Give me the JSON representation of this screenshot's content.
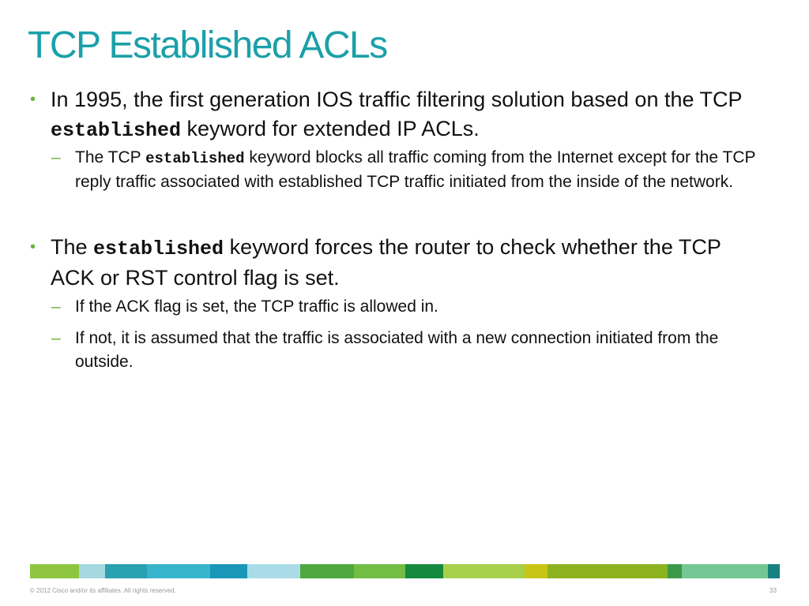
{
  "slide": {
    "title": "TCP Established ACLs"
  },
  "bullets": [
    {
      "pre": "In 1995, the first generation IOS traffic filtering solution based on the TCP ",
      "kw": "established",
      "post": " keyword for extended IP ACLs.",
      "subs": [
        {
          "pre": "The TCP ",
          "kw": "established",
          "post": " keyword blocks all traffic coming from the Internet except for the TCP reply traffic associated with established TCP traffic initiated from the inside of the network."
        }
      ]
    },
    {
      "pre": "The ",
      "kw": "established",
      "post": " keyword forces the router to check whether the TCP ACK or RST control flag is set.",
      "subs": [
        {
          "text": "If the ACK flag is set, the TCP traffic is allowed in."
        },
        {
          "text": "If not, it is assumed that the traffic is associated with a new connection initiated from the outside."
        }
      ]
    }
  ],
  "bullet_symbol": "•",
  "dash_symbol": "–",
  "footer": {
    "copyright": "© 2012 Cisco and/or its affiliates. All rights reserved.",
    "page_number": "33"
  },
  "colors": {
    "title": "#1ba0a8",
    "bullet": "#6cb33e",
    "footer_bar": [
      "#8ec641",
      "#a5d8e0",
      "#2aa1b0",
      "#36b5cc",
      "#1a97b8",
      "#a9dce6",
      "#4ea83e",
      "#72be44",
      "#158a3f",
      "#a8d04a",
      "#c9c516",
      "#8db21f",
      "#3a9a4a",
      "#74c792",
      "#178080"
    ]
  }
}
